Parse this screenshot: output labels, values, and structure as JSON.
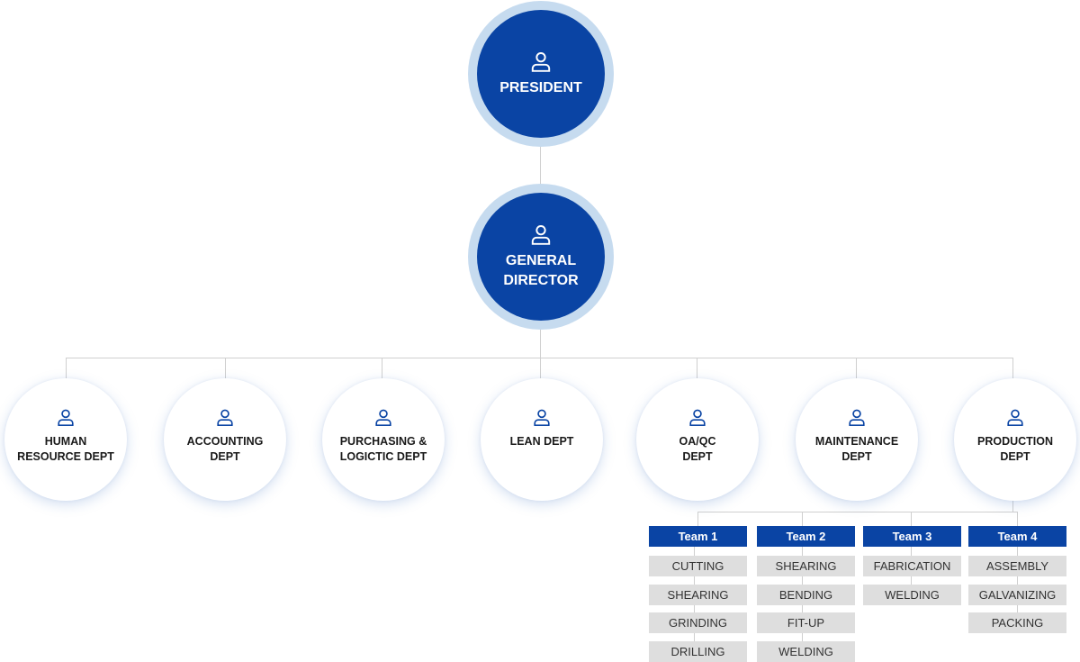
{
  "executives": [
    {
      "id": "president",
      "label": "PRESIDENT",
      "icon": "person-icon"
    },
    {
      "id": "general-director",
      "label": "GENERAL\nDIRECTOR",
      "icon": "person-icon"
    }
  ],
  "departments": [
    {
      "id": "human-resource",
      "label": "HUMAN\nRESOURCE DEPT",
      "icon": "person-icon"
    },
    {
      "id": "accounting",
      "label": "ACCOUNTING\nDEPT",
      "icon": "person-icon"
    },
    {
      "id": "purchasing-logistics",
      "label": "PURCHASING &\nLOGICTIC DEPT",
      "icon": "person-icon"
    },
    {
      "id": "lean",
      "label": "LEAN DEPT",
      "icon": "person-icon"
    },
    {
      "id": "qa-qc",
      "label": "OA/QC\nDEPT",
      "icon": "person-icon"
    },
    {
      "id": "maintenance",
      "label": "MAINTENANCE\nDEPT",
      "icon": "person-icon"
    },
    {
      "id": "production",
      "label": "PRODUCTION\nDEPT",
      "icon": "person-icon"
    }
  ],
  "teams": [
    {
      "name": "Team 1",
      "tasks": [
        "CUTTING",
        "SHEARING",
        "GRINDING",
        "DRILLING"
      ]
    },
    {
      "name": "Team 2",
      "tasks": [
        "SHEARING",
        "BENDING",
        "FIT-UP",
        "WELDING"
      ]
    },
    {
      "name": "Team 3",
      "tasks": [
        "FABRICATION",
        "WELDING"
      ]
    },
    {
      "name": "Team 4",
      "tasks": [
        "ASSEMBLY",
        "GALVANIZING",
        "PACKING"
      ]
    }
  ],
  "colors": {
    "primary": "#0a44a4",
    "ring": "#c6dbef",
    "task_bg": "#dedede",
    "line": "#cfcfcf"
  }
}
